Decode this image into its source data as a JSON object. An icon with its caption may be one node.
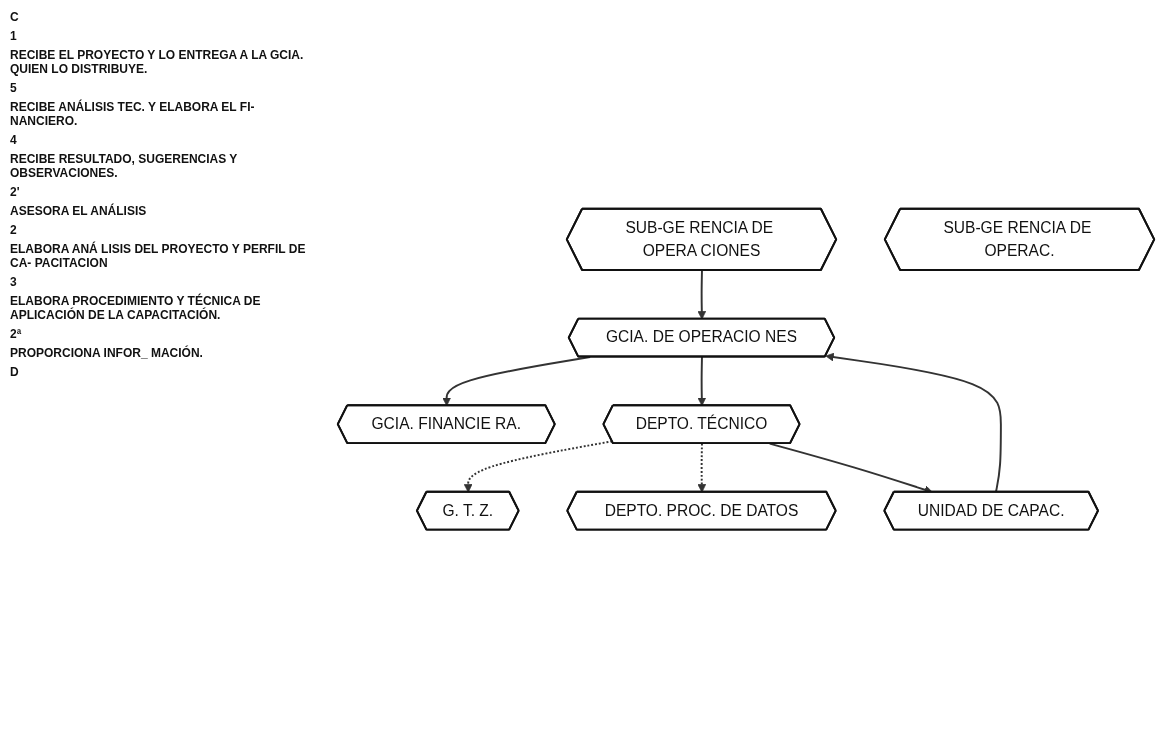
{
  "diagram": {
    "nodes": [
      {
        "text": [
          "SUB-GE RENCIA DE OPERA CIONES"
        ]
      },
      {
        "text": [
          "GCIA. FINANCIE RA."
        ]
      },
      {
        "text": [
          "GCIA. DE OPERACIO NES"
        ]
      },
      {
        "text": [
          "UNIDAD DE CAPAC."
        ]
      },
      {
        "text": [
          "G. T. Z."
        ]
      },
      {
        "text": [
          "DEPTO. TÉCNICO"
        ]
      },
      {
        "text": [
          "DEPTO. PROC. DE DATOS"
        ]
      },
      {
        "text": [
          "SUB-GE RENCIA DE OPERAC."
        ]
      }
    ],
    "edges": [
      {
        "from": 0,
        "to": 2,
        "arrow": "to"
      },
      {
        "from": 2,
        "to": 1,
        "arrow": "to"
      },
      {
        "from": 2,
        "to": 5,
        "arrow": "to"
      },
      {
        "from": 5,
        "to": 4,
        "arrow": "to",
        "style": "dashed"
      },
      {
        "from": 5,
        "to": 6,
        "arrow": "to",
        "style": "dashed"
      },
      {
        "from": 5,
        "to": 3,
        "arrow": "to"
      },
      {
        "from": 3,
        "to": 2,
        "arrow": "to"
      }
    ],
    "labels": [
      "C",
      "1",
      "RECIBE EL PROYECTO Y LO ENTREGA A LA GCIA. QUIEN LO DISTRIBUYE.",
      "5",
      "RECIBE ANÁLISIS TEC. Y ELABORA EL FI- NANCIERO.",
      "4",
      "RECIBE RESULTADO, SUGERENCIAS Y OBSERVACIONES.",
      "2'",
      "ASESORA EL ANÁLISIS",
      "2",
      "ELABORA ANÁ LISIS DEL PROYECTO Y PERFIL DE CA- PACITACION",
      "3",
      "ELABORA PROCEDIMIENTO Y TÉCNICA DE APLICACIÓN DE LA CAPACITACIÓN.",
      "2ª",
      "PROPORCIONA INFOR_ MACIÓN.",
      "D"
    ]
  }
}
